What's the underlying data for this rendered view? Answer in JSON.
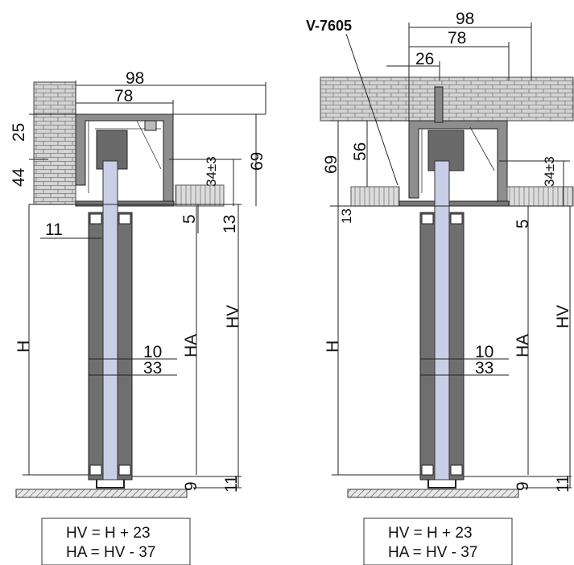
{
  "labels": {
    "part_code": "V-7605",
    "d98": "98",
    "d78": "78",
    "d26": "26",
    "d25": "25",
    "d44": "44",
    "d69": "69",
    "d56": "56",
    "d34": "34±3",
    "d5": "5",
    "d13": "13",
    "d11": "11",
    "d10": "10",
    "d33": "33",
    "d9": "9",
    "H": "H",
    "HA": "HA",
    "HV": "HV"
  },
  "formulas": {
    "line1": "HV = H + 23",
    "line2": "HA = HV - 37"
  },
  "colors": {
    "brick": "#cfcfcf",
    "door_panel": "#6f6f6f",
    "glass": "#c9cfe6",
    "profile": "#8a8a8a",
    "floor": "#9a9a9a"
  }
}
